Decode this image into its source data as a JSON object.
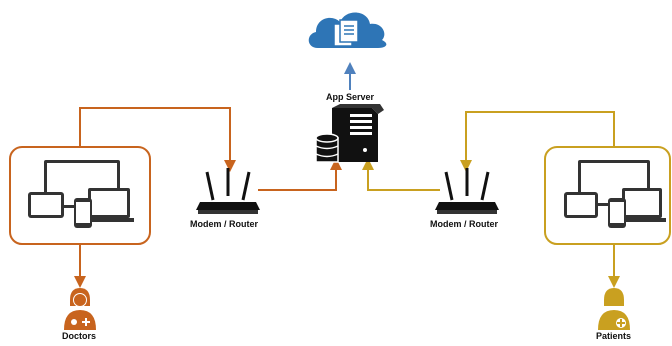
{
  "labels": {
    "app_server": "App Server",
    "router_left": "Modem / Router",
    "router_right": "Modem / Router",
    "doctors": "Doctors",
    "patients": "Patients"
  },
  "colors": {
    "doctor_link": "#c8641e",
    "patient_link": "#c9a020",
    "cloud_link": "#4f81bd",
    "cloud": "#2e75b6",
    "server": "#111111",
    "router": "#111111"
  },
  "icons": {
    "cloud": "cloud-documents-icon",
    "server": "server-database-icon",
    "router": "wifi-router-icon",
    "devices": "multi-device-icon",
    "doctor": "doctor-icon",
    "patient": "patient-icon"
  }
}
